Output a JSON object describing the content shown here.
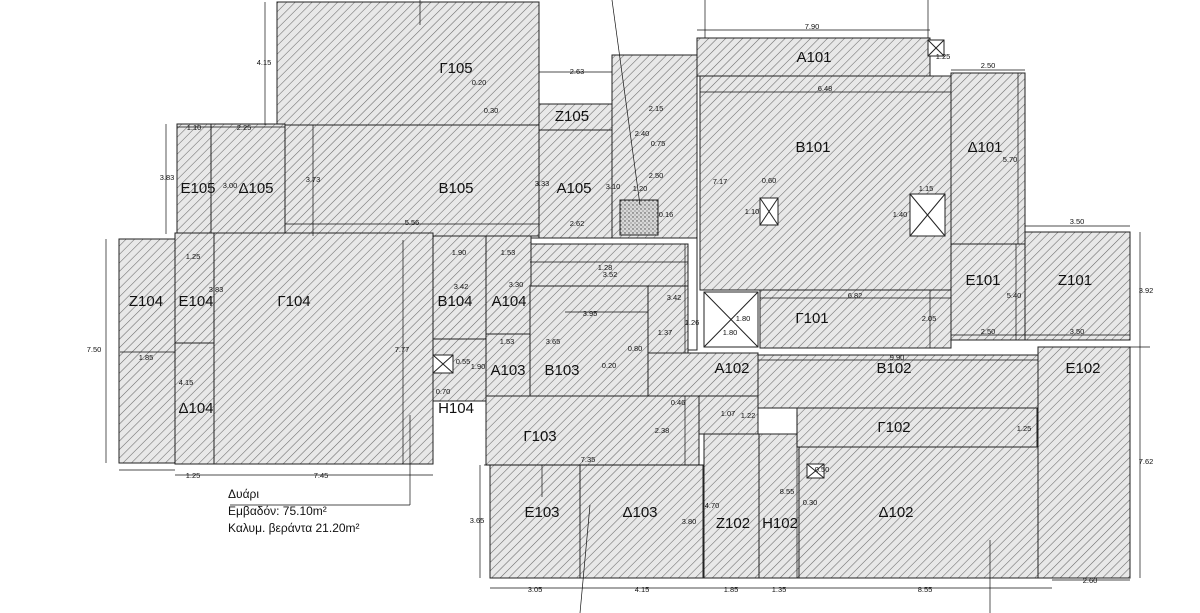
{
  "rooms": {
    "g105": "Γ105",
    "z105": "Z105",
    "e105": "Ε105",
    "d105": "Δ105",
    "b105": "Β105",
    "a105": "Α105",
    "z104": "Z104",
    "e104": "Ε104",
    "g104": "Γ104",
    "b104": "Β104",
    "a104": "Α104",
    "d104": "Δ104",
    "a103": "Α103",
    "b103": "Β103",
    "h104": "Η104",
    "g103": "Γ103",
    "e103": "Ε103",
    "d103": "Δ103",
    "z102": "Z102",
    "h102": "Η102",
    "d102": "Δ102",
    "a101": "Α101",
    "b101": "Β101",
    "d101": "Δ101",
    "e101": "Ε101",
    "z101": "Z101",
    "g101": "Γ101",
    "a102": "Α102",
    "b102": "Β102",
    "e102": "Ε102",
    "g102": "Γ102"
  },
  "dimensions": {
    "d_4_15_top": "4.15",
    "d_2_63": "2.63",
    "d_0_20": "0.20",
    "d_0_30": "0.30",
    "d_1_10": "1.10",
    "d_2_25": "2.25",
    "d_3_83": "3.83",
    "d_3_00": "3.00",
    "d_3_73": "3.73",
    "d_5_56": "5.56",
    "d_3_33": "3.33",
    "d_2_62": "2.62",
    "d_2_15": "2.15",
    "d_2_40": "2.40",
    "d_0_75": "0.75",
    "d_2_50a": "2.50",
    "d_1_20": "1.20",
    "d_3_10": "3.10",
    "d_0_16": "0.16",
    "d_7_90": "7.90",
    "d_1_25a": "1.25",
    "d_2_50b": "2.50",
    "d_6_48": "6.48",
    "d_5_70": "5.70",
    "d_7_17": "7.17",
    "d_0_60": "0.60",
    "d_1_10b": "1.10",
    "d_1_15": "1.15",
    "d_1_40": "1.40",
    "d_3_50": "3.50",
    "d_3_92": "3.92",
    "d_5_40": "5.40",
    "d_2_50c": "2.50",
    "d_3_50b": "3.50",
    "d_6_82": "6.82",
    "d_2_05": "2.05",
    "d_1_80a": "1.80",
    "d_1_80b": "1.80",
    "d_9_90": "9.90",
    "d_1_25b": "1.25",
    "d_7_62": "7.62",
    "d_1_25c": "1.25",
    "d_1_90": "1.90",
    "d_1_53a": "1.53",
    "d_3_30": "3.30",
    "d_3_42a": "3.42",
    "d_3_83b": "3.83",
    "d_1_53b": "1.53",
    "d_0_55": "0.55",
    "d_1_90b": "1.90",
    "d_0_70": "0.70",
    "d_1_28": "1.28",
    "d_3_52": "3.52",
    "d_3_42b": "3.42",
    "d_3_95": "3.95",
    "d_1_26": "1.26",
    "d_1_37": "1.37",
    "d_3_65a": "3.65",
    "d_0_80": "0.80",
    "d_0_20b": "0.20",
    "d_7_50": "7.50",
    "d_1_85": "1.85",
    "d_4_15b": "4.15",
    "d_1_25d": "1.25",
    "d_7_45": "7.45",
    "d_7_77": "7.77",
    "d_0_46": "0.46",
    "d_1_07": "1.07",
    "d_1_22": "1.22",
    "d_2_38": "2.38",
    "d_7_35": "7.35",
    "d_3_65b": "3.65",
    "d_3_80": "3.80",
    "d_4_70": "4.70",
    "d_0_50": "0.50",
    "d_0_30b": "0.30",
    "d_8_55a": "8.55",
    "d_3_05": "3.05",
    "d_4_15c": "4.15",
    "d_1_85b": "1.85",
    "d_1_35": "1.35",
    "d_8_55b": "8.55",
    "d_2_60": "2.60"
  },
  "note": {
    "title": "Δυάρι",
    "area": "Εμβαδόν: 75.10m²",
    "veranda": "Καλυμ. βεράντα 21.20m²"
  }
}
